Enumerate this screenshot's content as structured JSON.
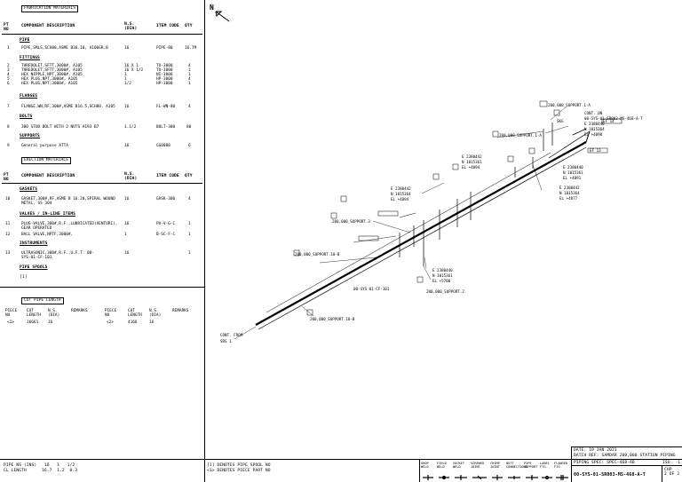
{
  "left_panel": {
    "fab_title": "FABRICATION MATERIALS",
    "pt_no_header": "PT\nNO",
    "desc_header": "COMPONENT DESCRIPTION",
    "ns_header": "N.S.\n(DIA)",
    "item_code_header": "ITEM CODE",
    "qty_header": "QTY",
    "sections": [
      {
        "name": "PIPE",
        "rows": [
          {
            "pt": "1",
            "desc": "PIPE,SMLS,SCH80,ASME B36.10, A106GR.B",
            "ns": "16",
            "code": "PIPE-80",
            "qty": "16.7M"
          }
        ]
      },
      {
        "name": "FITTINGS",
        "rows": [
          {
            "pt": "2",
            "desc": "THREDOLET,SFTT,3000#, A105",
            "ns": "16 X 1",
            "code": "TO-3000",
            "qty": "4"
          },
          {
            "pt": "3",
            "desc": "THREDOLET,SFTT,3000#, A105",
            "ns": "16 X 1/2",
            "code": "TO-3000",
            "qty": "1"
          },
          {
            "pt": "4",
            "desc": "HEX NIPPLE,NPT,3000#, A105",
            "ns": "1",
            "code": "NI-3000",
            "qty": "1"
          },
          {
            "pt": "5",
            "desc": "HEX PLUG,NPT,3000#, A105",
            "ns": "1",
            "code": "HP-3000",
            "qty": "4"
          },
          {
            "pt": "6",
            "desc": "HEX PLUG,NPT,3000#, A105",
            "ns": "1/2",
            "code": "HP-3000",
            "qty": "1"
          }
        ]
      },
      {
        "name": "FLANGES",
        "rows": [
          {
            "pt": "7",
            "desc": "FLANGE,WN,RF,300#,ASME B16.5,SCH80, A105",
            "ns": "16",
            "code": "FL-WN-80",
            "qty": "4"
          }
        ]
      },
      {
        "name": "BOLTS",
        "rows": [
          {
            "pt": "8",
            "desc": "300 STUD BOLT WITH 2 NUTS A193 B7",
            "ns": "1.1/2",
            "code": "BOLT-300",
            "qty": "80"
          }
        ]
      },
      {
        "name": "SUPPORTS",
        "rows": [
          {
            "pt": "9",
            "desc": "General purpose ATTA",
            "ns": "16",
            "code": "GS0000",
            "qty": "6"
          }
        ]
      }
    ],
    "erection_title": "ERECTION MATERIALS",
    "erection_sections": [
      {
        "name": "GASKETS",
        "rows": [
          {
            "pt": "10",
            "desc": "GASKET,300#,RF,ASME B 16.20,SPIRAL WOUND METAL, SS 304",
            "ns": "16",
            "code": "GASK-300",
            "qty": "4"
          }
        ]
      },
      {
        "name": "VALVES / IN-LINE ITEMS",
        "rows": [
          {
            "pt": "11",
            "desc": "PLUG-VALVE,300#,R.F.,LUBRICATED(VENTURI), GEAR OPERATED",
            "ns": "16",
            "code": "PV-V-G-C",
            "qty": "1"
          },
          {
            "pt": "12",
            "desc": "BALL VALVE,NPTF,3000#,",
            "ns": "1",
            "code": "B-SC-F-C",
            "qty": "1"
          }
        ]
      },
      {
        "name": "INSTRUMENTS",
        "rows": [
          {
            "pt": "13",
            "desc": "ULTRASONIC,300#,R.F.,U.F.T. 00-SYS-01-CF-101",
            "ns": "16",
            "code": "",
            "qty": "1"
          }
        ]
      }
    ],
    "pipe_spools_label": "PIPE SPOOLS",
    "spool_value": "[1]",
    "cut_title": "CUT PIPE LENGTH",
    "cut_headers": [
      "PIECE NO",
      "CUT LENGTH",
      "N.S. (DIA)",
      "REMARKS",
      "PIECE NO",
      "CUT LENGTH",
      "N.S. (DIA)",
      "REMARKS"
    ],
    "cut_row": [
      "<1>",
      "16661",
      "16",
      "",
      "<2>",
      "4166",
      "16",
      ""
    ],
    "footer_line1": "PIPE NS (INS)   16   1   1/2",
    "footer_line2": "CL LENGTH      16.7  1.2  0.3"
  },
  "drawing": {
    "north": "N",
    "labels": [
      "200,000_SUPPORT.1-A",
      "CONT. ON",
      "00-SYS-01-SR003-MS-468-A-T",
      "E 2380440",
      "N 1015364",
      "EL +4890",
      "EF 13",
      "SKG",
      "200,000_SUPPORT.1-A",
      "E 2380442",
      "N 1015361",
      "EL +4894",
      "EF 14",
      "E 2380442",
      "N 1015364",
      "EL +4894",
      "E 2380442",
      "N 1015364",
      "EL +4877",
      "E 2380440",
      "N 1015361",
      "EL +4891",
      "200,000_SUPPORT.3",
      "200,000_SUPPORT.10-B",
      "E 2380440",
      "N 1015361",
      "EL +5700",
      "00-SYS-01-CF-101",
      "200,000_SUPPORT.2",
      "200,000_SUPPORT.10-B",
      "CONT. FROM",
      "SRS 1"
    ]
  },
  "title_block": {
    "date": "DATE: 19 JAN 2021",
    "batch": "BATCH REF: SAMDAR 200,000 STATION PIPING",
    "spec": "PIPING SPEC: SPEC-468-AB",
    "iso": "ISO:  -1",
    "dwg_no": "00-SYS-01-SR003-MS-468-A-T",
    "sheet": "CHP\n2 OF 2",
    "legend_left1": "[1] DENOTES PIPE SPOOL NO",
    "legend_left2": "<1> DENOTES PIECE PART NO",
    "legend_items": [
      "SHOP WELD",
      "FIELD WELD",
      "SOCKET WELD",
      "SCREWED JOINT",
      "CRIMP JOINT",
      "BUTT CONNECTIONS",
      "PIPE SUPPORT",
      "LABEL FTG",
      "FLANGED FTG"
    ]
  }
}
